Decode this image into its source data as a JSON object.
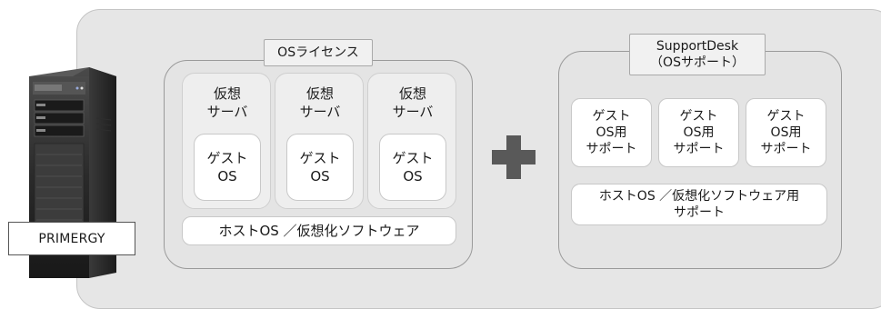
{
  "server": {
    "label": "PRIMERGY"
  },
  "os_license": {
    "title": "OSライセンス",
    "virtual_servers": [
      {
        "label": "仮想\nサーバ",
        "guest": "ゲスト\nOS"
      },
      {
        "label": "仮想\nサーバ",
        "guest": "ゲスト\nOS"
      },
      {
        "label": "仮想\nサーバ",
        "guest": "ゲスト\nOS"
      }
    ],
    "host_bar": "ホストOS ／仮想化ソフトウェア"
  },
  "plus_sign": {
    "icon": "plus-icon"
  },
  "support": {
    "title": "SupportDesk\n（OSサポート）",
    "guest_support": [
      "ゲスト\nOS用\nサポート",
      "ゲスト\nOS用\nサポート",
      "ゲスト\nOS用\nサポート"
    ],
    "host_support": "ホストOS ／仮想化ソフトウェア用\nサポート"
  }
}
